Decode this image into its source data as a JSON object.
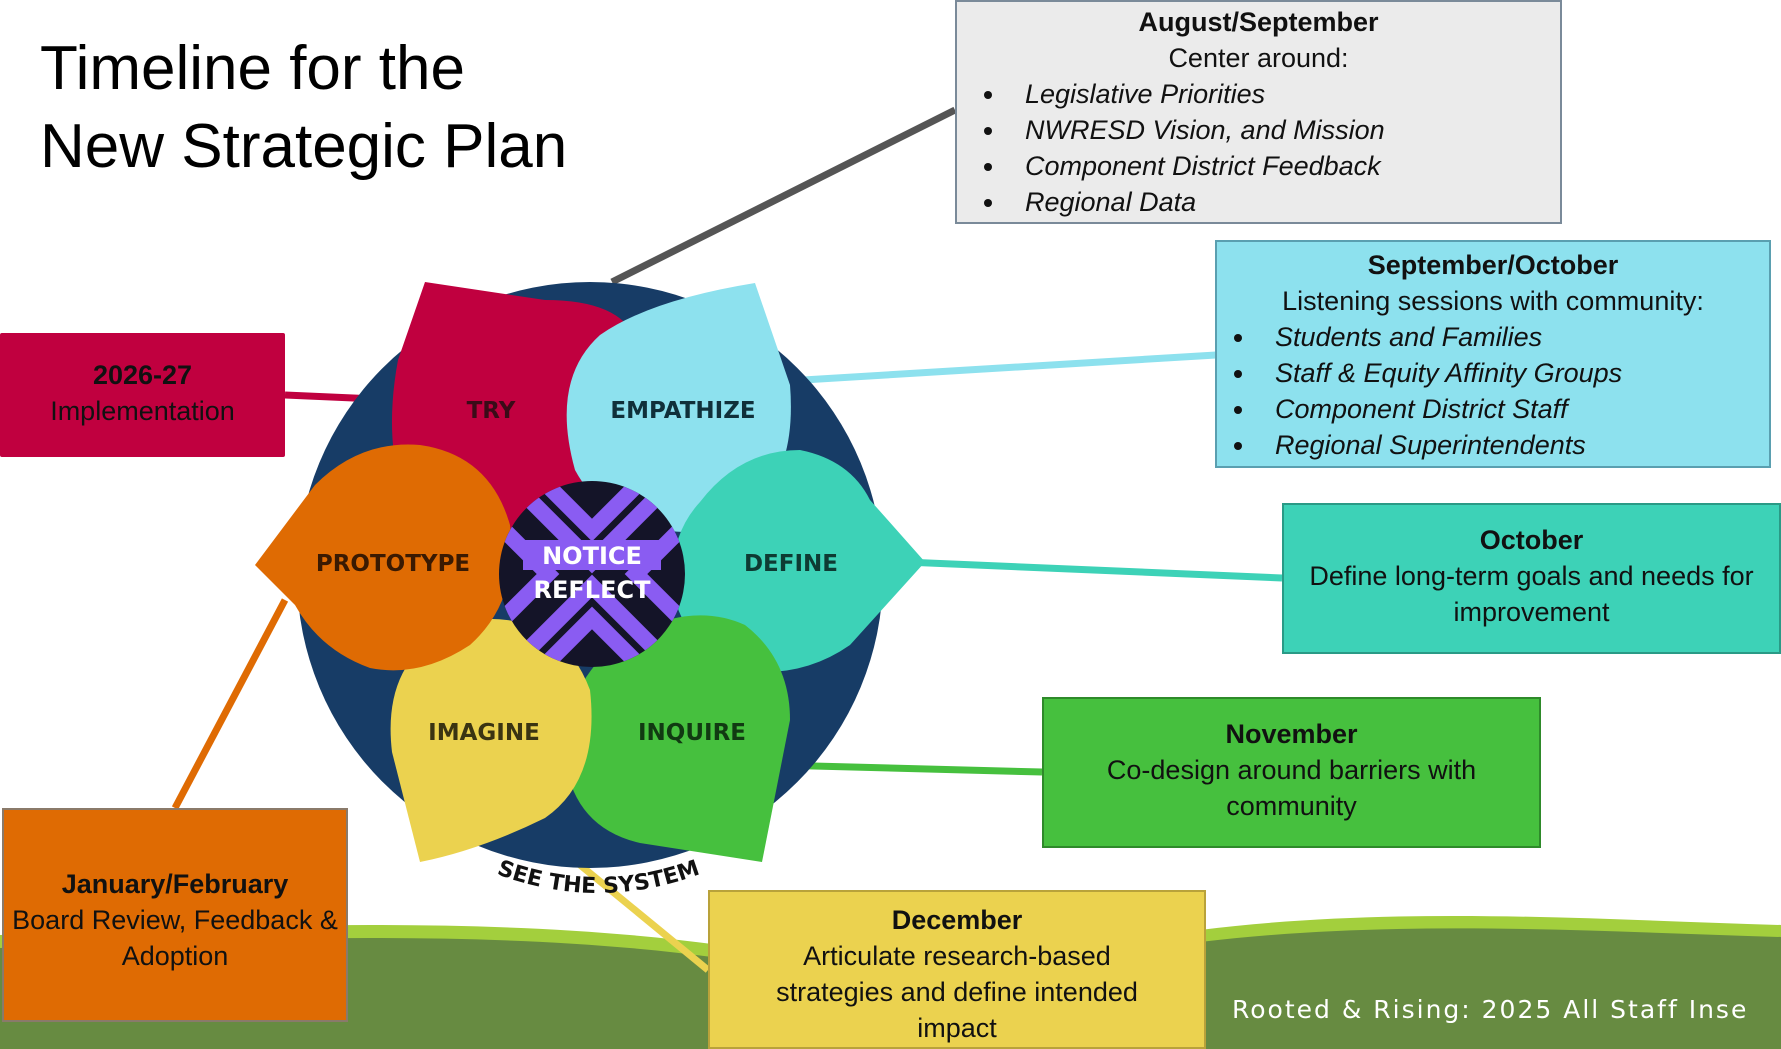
{
  "title": {
    "line1": "Timeline for the",
    "line2": "New Strategic Plan"
  },
  "petals": {
    "try": "TRY",
    "empathize": "EMPATHIZE",
    "define": "DEFINE",
    "inquire": "INQUIRE",
    "imagine": "IMAGINE",
    "prototype": "PROTOTYPE"
  },
  "center": {
    "line1": "NOTICE",
    "line2": "REFLECT"
  },
  "ring_label": "SEE THE SYSTEM",
  "boxes": {
    "aug": {
      "heading": "August/September",
      "intro": "Center around:",
      "items": [
        "Legislative Priorities",
        "NWRESD Vision, and Mission",
        "Component District Feedback",
        "Regional Data"
      ]
    },
    "sep": {
      "heading": "September/October",
      "intro": "Listening sessions with community:",
      "items": [
        "Students and Families",
        "Staff & Equity Affinity Groups",
        "Component District Staff",
        "Regional Superintendents"
      ]
    },
    "oct": {
      "heading": "October",
      "body": "Define long-term goals and needs for improvement"
    },
    "nov": {
      "heading": "November",
      "body": "Co-design around barriers with community"
    },
    "dec": {
      "heading": "December",
      "body": "Articulate research-based strategies and define intended impact"
    },
    "jan": {
      "heading": "January/February",
      "body": "Board Review, Feedback & Adoption"
    },
    "impl": {
      "heading": "2026-27",
      "body": "Implementation"
    }
  },
  "footer": "Rooted & Rising: 2025 All Staff Inse",
  "colors": {
    "try": "#C0003F",
    "empathize": "#8DE1EE",
    "define": "#3DD2B7",
    "inquire": "#46C03E",
    "imagine": "#EBD24F",
    "prototype": "#DF6B03",
    "ring": "#173C66",
    "aug_box": "#EBEBEB",
    "grass_light": "#A3CF3D",
    "grass_dark": "#678B41"
  }
}
